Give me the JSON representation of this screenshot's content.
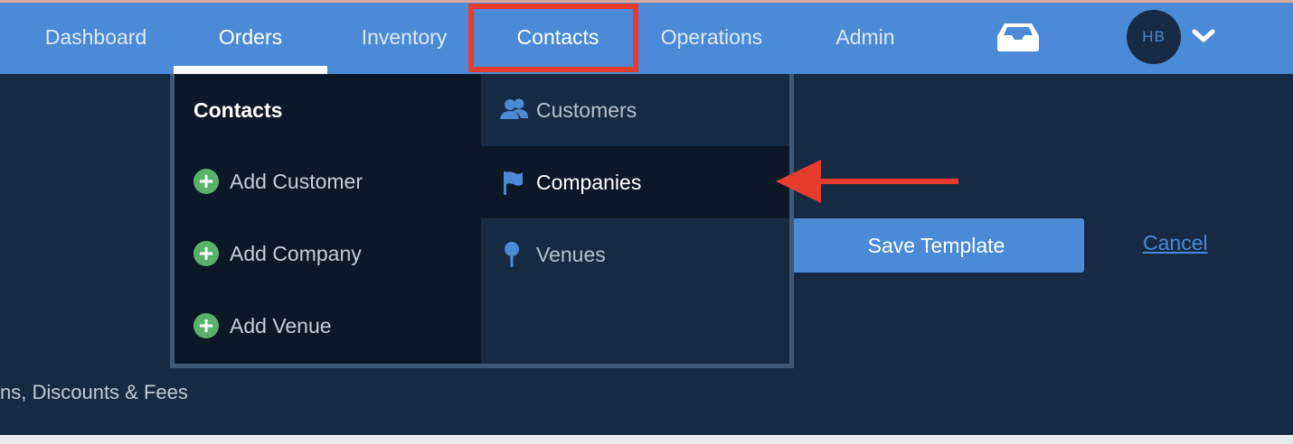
{
  "nav": {
    "items": [
      {
        "label": "Dashboard"
      },
      {
        "label": "Orders"
      },
      {
        "label": "Inventory"
      },
      {
        "label": "Contacts"
      },
      {
        "label": "Operations"
      },
      {
        "label": "Admin"
      }
    ],
    "inbox_icon": "inbox-icon",
    "user_initials": "HB",
    "menu_icon": "chevron-down-icon",
    "accent_color": "#4a8ad6"
  },
  "dropdown": {
    "heading": "Contacts",
    "actions": [
      {
        "label": "Add Customer",
        "icon": "plus-circle-icon"
      },
      {
        "label": "Add Company",
        "icon": "plus-circle-icon"
      },
      {
        "label": "Add Venue",
        "icon": "plus-circle-icon"
      }
    ],
    "links": [
      {
        "label": "Customers",
        "icon": "users-icon"
      },
      {
        "label": "Companies",
        "icon": "flag-icon",
        "selected": true
      },
      {
        "label": "Venues",
        "icon": "map-pin-icon"
      }
    ]
  },
  "page": {
    "partial_text": "ns, Discounts & Fees",
    "save_label": "Save Template",
    "cancel_label": "Cancel"
  },
  "annotations": {
    "highlight_color": "#e53c2e"
  }
}
